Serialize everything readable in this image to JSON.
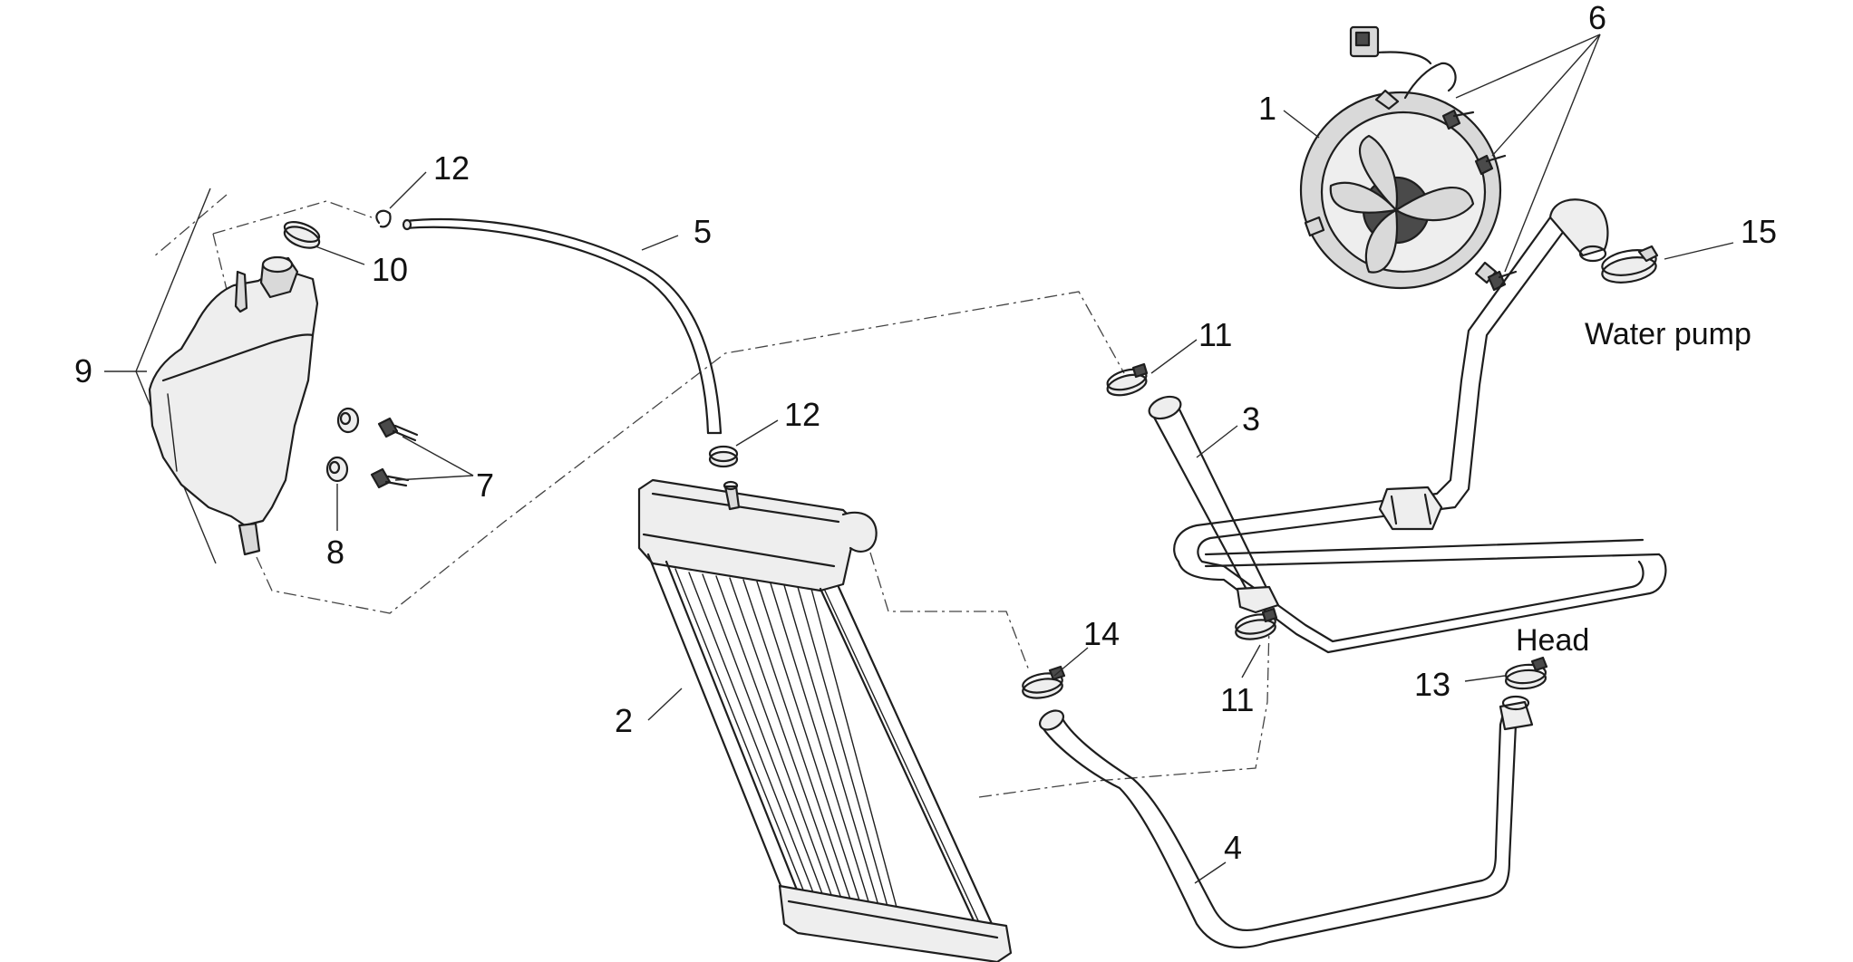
{
  "diagram": {
    "callouts": {
      "c1": "1",
      "c2": "2",
      "c3": "3",
      "c4": "4",
      "c5": "5",
      "c6": "6",
      "c7": "7",
      "c8": "8",
      "c9": "9",
      "c10": "10",
      "c11a": "11",
      "c11b": "11",
      "c12a": "12",
      "c12b": "12",
      "c13": "13",
      "c14": "14",
      "c15": "15"
    },
    "notes": {
      "water_pump": "Water pump",
      "head": "Head"
    }
  }
}
